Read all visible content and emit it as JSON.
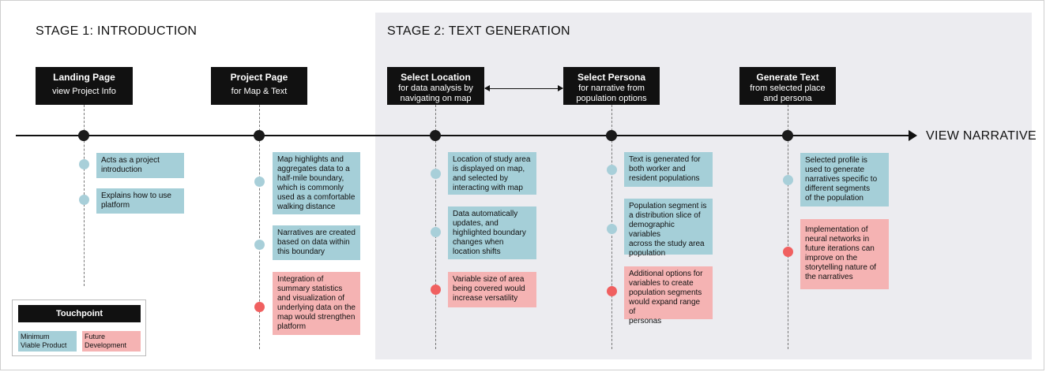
{
  "stage1": {
    "title": "STAGE 1: INTRODUCTION"
  },
  "stage2": {
    "title": "STAGE 2: TEXT GENERATION"
  },
  "timeline_end_label": "VIEW NARRATIVE",
  "colors": {
    "mvp": "#a5cfd8",
    "future": "#f5b3b3",
    "header": "#111111",
    "stage2_background": "#ececf0"
  },
  "steps": [
    {
      "title": "Landing Page",
      "subtitle": [
        "view Project Info"
      ],
      "cards": [
        {
          "type": "mvp",
          "lines": [
            "Acts as a project",
            "introduction"
          ]
        },
        {
          "type": "mvp",
          "lines": [
            "Explains how to use",
            "platform"
          ]
        }
      ]
    },
    {
      "title": "Project Page",
      "subtitle": [
        "for Map & Text"
      ],
      "cards": [
        {
          "type": "mvp",
          "lines": [
            "Map highlights and",
            "aggregates data to a",
            "half-mile boundary,",
            "which is commonly",
            "used as a comfortable",
            "walking distance"
          ]
        },
        {
          "type": "mvp",
          "lines": [
            "Narratives are created",
            "based on data within",
            "this boundary"
          ]
        },
        {
          "type": "future",
          "lines": [
            "Integration of",
            "summary statistics",
            "and visualization of",
            "underlying data on the",
            "map would strengthen",
            "platform"
          ]
        }
      ]
    },
    {
      "title": "Select Location",
      "subtitle": [
        "for data analysis by",
        "navigating on map"
      ],
      "cards": [
        {
          "type": "mvp",
          "lines": [
            "Location of study area",
            "is displayed on map,",
            "and selected by",
            "interacting with map"
          ]
        },
        {
          "type": "mvp",
          "lines": [
            "Data automatically",
            "updates, and",
            "highlighted boundary",
            "changes when",
            "location shifts"
          ]
        },
        {
          "type": "future",
          "lines": [
            "Variable size of area",
            "being covered would",
            "increase versatility"
          ]
        }
      ]
    },
    {
      "title": "Select Persona",
      "subtitle": [
        "for narrative from",
        "population options"
      ],
      "cards": [
        {
          "type": "mvp",
          "lines": [
            "Text is generated for",
            "both worker and",
            "resident populations"
          ]
        },
        {
          "type": "mvp",
          "lines": [
            "Population segment is",
            "a distribution slice of",
            "demographic variables",
            "across the study area",
            "population"
          ]
        },
        {
          "type": "future",
          "lines": [
            "Additional options for",
            "variables to create",
            "population segments",
            "would expand range of",
            "personas"
          ]
        }
      ]
    },
    {
      "title": "Generate Text",
      "subtitle": [
        "from selected place",
        "and persona"
      ],
      "cards": [
        {
          "type": "mvp",
          "lines": [
            "Selected profile is",
            "used to generate",
            "narratives specific to",
            "different segments",
            "of the population"
          ]
        },
        {
          "type": "future",
          "lines": [
            "Implementation of",
            "neural networks in",
            "future iterations can",
            "improve on the",
            "storytelling nature of",
            "the narratives"
          ]
        }
      ]
    }
  ],
  "legend": {
    "title": "Touchpoint",
    "mvp_lines": [
      "Minimum",
      "Viable Product"
    ],
    "future_lines": [
      "Future",
      "Development"
    ]
  }
}
